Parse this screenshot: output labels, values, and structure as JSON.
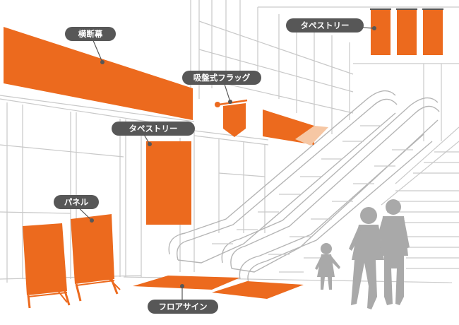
{
  "labels": {
    "yokodanmaku": "横断幕",
    "tapestry_top": "タペストリー",
    "kyuban_flag": "吸盤式フラッグ",
    "tapestry_mid": "タペストリー",
    "panel": "パネル",
    "floor_sign": "フロアサイン"
  },
  "colors": {
    "accent": "#ec6a1e",
    "label_bg": "#575757",
    "label_text": "#ffffff",
    "lines": "#c9c9c9",
    "silhouette": "#a9a9a9"
  }
}
